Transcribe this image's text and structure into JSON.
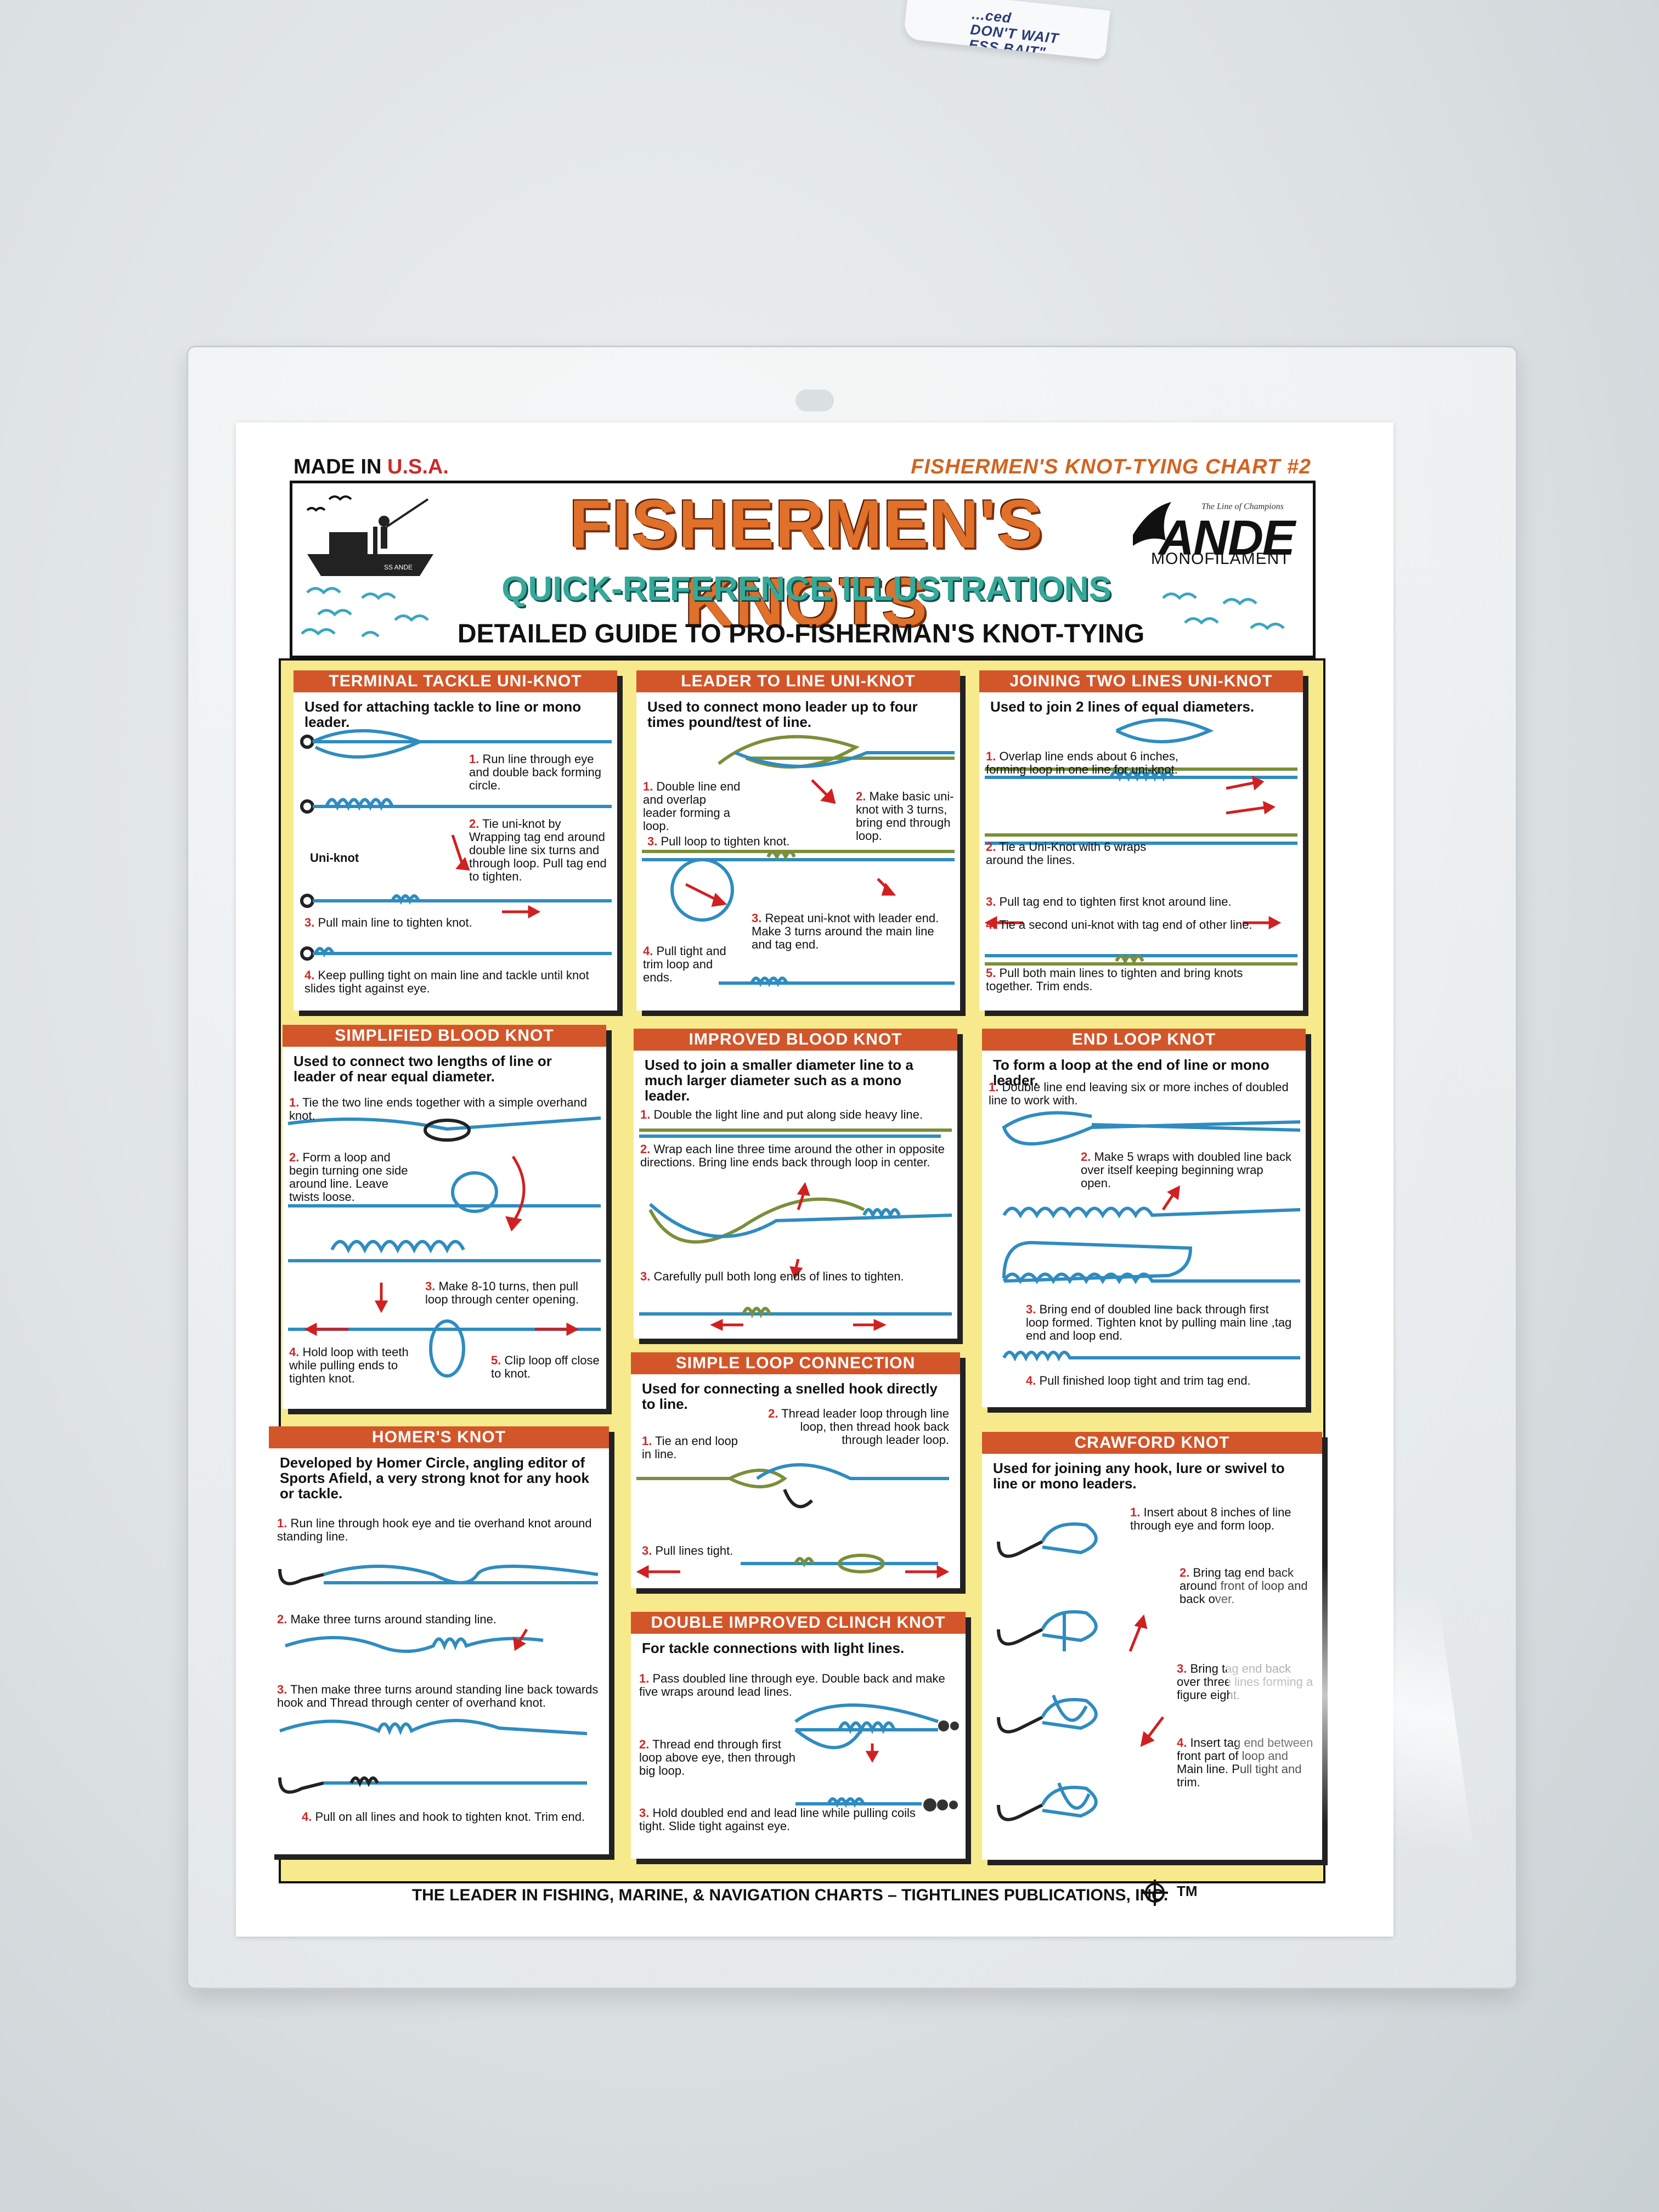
{
  "sticker": {
    "text": "...ced\nDON'T WAIT\nESS BAIT\"\nDA KEYS"
  },
  "chart": {
    "made_in": "MADE IN ",
    "usa": "U.S.A.",
    "chart_number": "FISHERMEN'S KNOT-TYING CHART  #2",
    "title": "FISHERMEN'S KNOTS",
    "subtitle": "QUICK-REFERENCE ILLUSTRATIONS",
    "guide": "DETAILED GUIDE TO PRO-FISHERMAN'S KNOT-TYING",
    "boat_name": "SS ANDE",
    "brand": {
      "tagline": "The Line of Champions",
      "name": "ANDE",
      "sub": "MONOFILAMENT"
    },
    "footer": "THE LEADER IN FISHING, MARINE, & NAVIGATION CHARTS – TIGHTLINES PUBLICATIONS, INC.",
    "footer_tm": "TM",
    "colors": {
      "orange": "#e0702a",
      "panel_header": "#d2562a",
      "teal": "#35a99a",
      "yellow_board": "#f7ea8c",
      "line_blue": "#2f8cc0",
      "line_green": "#7a8f3a",
      "arrow_red": "#d02020"
    }
  },
  "panels": [
    {
      "title": "TERMINAL TACKLE UNI-KNOT",
      "intro": "Used for attaching tackle to line or mono leader.",
      "steps": [
        {
          "n": "1.",
          "text": "Run line through eye and double back forming circle."
        },
        {
          "n": "2.",
          "text": "Tie uni-knot by Wrapping tag end around double line six turns and through loop. Pull tag end to tighten."
        },
        {
          "n": "",
          "text": "Uni-knot"
        },
        {
          "n": "3.",
          "text": "Pull main line to tighten knot."
        },
        {
          "n": "4.",
          "text": "Keep pulling tight on main line and tackle until knot slides tight against eye."
        }
      ]
    },
    {
      "title": "LEADER TO LINE UNI-KNOT",
      "intro": "Used to connect mono leader up to four times pound/test of line.",
      "steps": [
        {
          "n": "1.",
          "text": "Double line end and overlap leader forming a loop."
        },
        {
          "n": "2.",
          "text": "Make basic uni-knot with 3 turns, bring end through loop."
        },
        {
          "n": "3.",
          "text": "Pull loop to tighten knot."
        },
        {
          "n": "3.",
          "text": "Repeat uni-knot with leader end. Make 3 turns around the main line and tag end."
        },
        {
          "n": "4.",
          "text": "Pull tight and trim loop and ends."
        }
      ]
    },
    {
      "title": "JOINING TWO LINES UNI-KNOT",
      "intro": "Used to join 2 lines of equal diameters.",
      "steps": [
        {
          "n": "1.",
          "text": "Overlap line ends about 6 inches, forming loop in one line for uni-knot."
        },
        {
          "n": "2.",
          "text": "Tie a Uni-Knot with 6 wraps around the lines."
        },
        {
          "n": "3.",
          "text": "Pull tag end to tighten first knot around line."
        },
        {
          "n": "4.",
          "text": "Tie a second uni-knot with tag end of other line."
        },
        {
          "n": "5.",
          "text": "Pull both main lines to tighten and bring knots together. Trim ends."
        }
      ]
    },
    {
      "title": "SIMPLIFIED BLOOD KNOT",
      "intro": "Used to connect two lengths of line or leader of near equal diameter.",
      "steps": [
        {
          "n": "1.",
          "text": "Tie the two line ends together with a simple overhand knot."
        },
        {
          "n": "2.",
          "text": "Form a loop and begin turning one side around line. Leave twists loose."
        },
        {
          "n": "3.",
          "text": "Make 8-10 turns, then pull loop through center opening."
        },
        {
          "n": "4.",
          "text": "Hold loop with teeth while pulling ends to tighten knot."
        },
        {
          "n": "5.",
          "text": "Clip loop off close to knot."
        }
      ]
    },
    {
      "title": "IMPROVED BLOOD KNOT",
      "intro": "Used to join a smaller diameter line to a much larger diameter such as a mono leader.",
      "steps": [
        {
          "n": "1.",
          "text": "Double the light line and put along side heavy line."
        },
        {
          "n": "2.",
          "text": "Wrap each line three time around the other in opposite directions. Bring line ends back through loop in center."
        },
        {
          "n": "3.",
          "text": "Carefully pull both long ends of lines to tighten."
        }
      ]
    },
    {
      "title": "END LOOP KNOT",
      "intro": "To form a loop at the end of line or mono leader.",
      "steps": [
        {
          "n": "1.",
          "text": "Double line end leaving six or more inches of doubled line to work with."
        },
        {
          "n": "2.",
          "text": "Make 5 wraps with doubled line back over itself keeping beginning wrap open."
        },
        {
          "n": "3.",
          "text": "Bring end of doubled line back through first loop formed. Tighten knot by pulling main line ,tag end and loop end."
        },
        {
          "n": "4.",
          "text": "Pull finished loop tight and trim tag end."
        }
      ]
    },
    {
      "title": "SIMPLE LOOP CONNECTION",
      "intro": "Used for connecting a snelled hook directly to line.",
      "steps": [
        {
          "n": "1.",
          "text": "Tie an end loop in line."
        },
        {
          "n": "2.",
          "text": "Thread leader loop through line loop, then thread hook back through leader loop."
        },
        {
          "n": "3.",
          "text": "Pull lines tight."
        }
      ]
    },
    {
      "title": "HOMER'S KNOT",
      "intro": "Developed by Homer Circle, angling editor of Sports Afield, a very strong knot for any hook or tackle.",
      "steps": [
        {
          "n": "1.",
          "text": "Run line through hook eye and tie overhand knot around standing line."
        },
        {
          "n": "2.",
          "text": "Make three turns around standing line."
        },
        {
          "n": "3.",
          "text": "Then make three turns around standing line back towards hook and Thread through center of overhand knot."
        },
        {
          "n": "4.",
          "text": "Pull on all lines and hook to tighten knot. Trim end."
        }
      ]
    },
    {
      "title": "DOUBLE IMPROVED CLINCH KNOT",
      "intro": "For tackle connections with light lines.",
      "steps": [
        {
          "n": "1.",
          "text": "Pass doubled line through eye. Double back and make five wraps around lead lines."
        },
        {
          "n": "2.",
          "text": "Thread end through first loop above eye, then through big loop."
        },
        {
          "n": "3.",
          "text": "Hold doubled end and lead line while pulling coils tight. Slide tight against eye."
        }
      ]
    },
    {
      "title": "CRAWFORD KNOT",
      "intro": "Used for joining any hook, lure or swivel to line or mono leaders.",
      "steps": [
        {
          "n": "1.",
          "text": "Insert about 8 inches of line through eye and form loop."
        },
        {
          "n": "2.",
          "text": "Bring tag end back around front of loop and back over."
        },
        {
          "n": "3.",
          "text": "Bring tag end back over three lines forming a figure eight."
        },
        {
          "n": "4.",
          "text": "Insert tag end between front part of loop and Main line. Pull tight and trim."
        }
      ]
    }
  ]
}
